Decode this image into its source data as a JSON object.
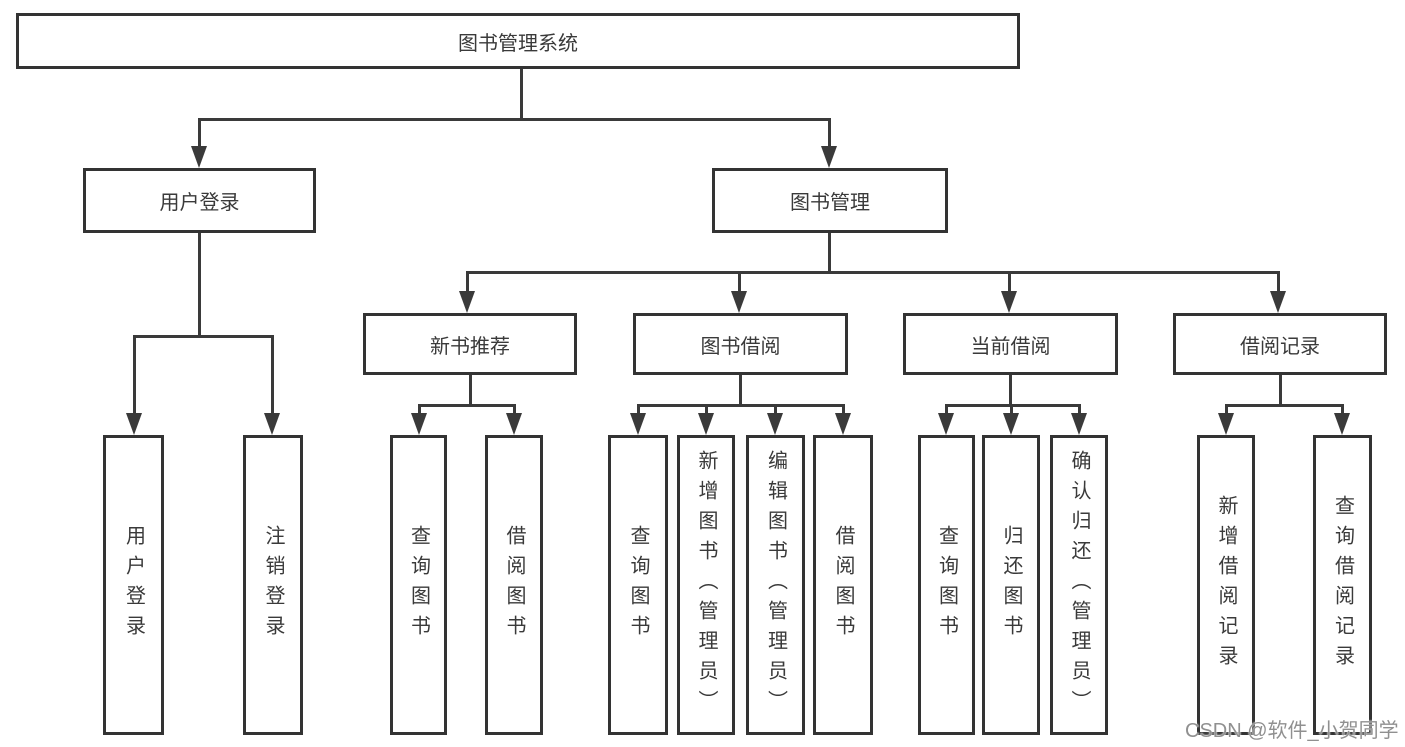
{
  "diagram": {
    "root": {
      "label": "图书管理系统"
    },
    "user_login": {
      "label": "用户登录",
      "leaves": [
        "用户登录",
        "注销登录"
      ]
    },
    "book_management": {
      "label": "图书管理",
      "sections": [
        {
          "label": "新书推荐",
          "leaves": [
            "查询图书",
            "借阅图书"
          ]
        },
        {
          "label": "图书借阅",
          "leaves": [
            "查询图书",
            "新增图书（管理员）",
            "编辑图书（管理员）",
            "借阅图书"
          ]
        },
        {
          "label": "当前借阅",
          "leaves": [
            "查询图书",
            "归还图书",
            "确认归还（管理员）"
          ]
        },
        {
          "label": "借阅记录",
          "leaves": [
            "新增借阅记录",
            "查询借阅记录"
          ]
        }
      ]
    }
  },
  "watermark": {
    "text": "CSDN @软件_小贺同学"
  },
  "colors": {
    "line": "#3a3a3a",
    "text": "#3a3a3a",
    "watermark": "#909090",
    "background": "#ffffff"
  }
}
